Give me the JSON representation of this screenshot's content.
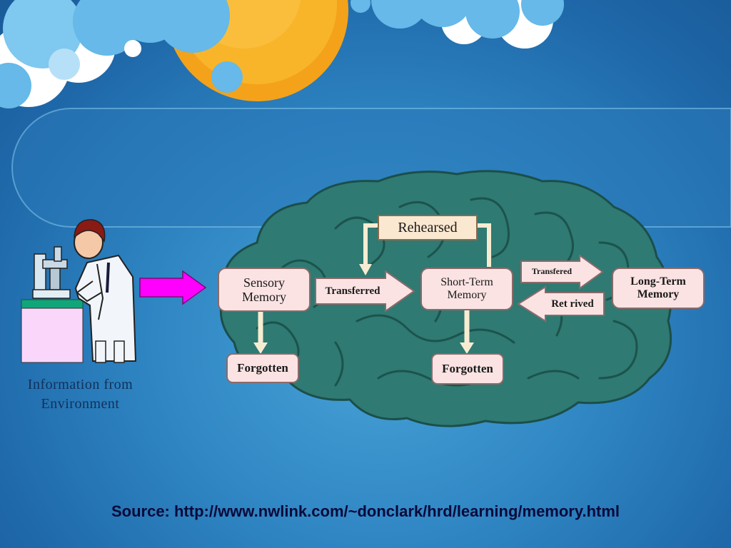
{
  "slide": {
    "environment_label_line1": "Information from",
    "environment_label_line2": "Environment",
    "source": "Source: http://www.nwlink.com/~donclark/hrd/learning/memory.html"
  },
  "diagram": {
    "nodes": {
      "sensory_memory": [
        "Sensory",
        "Memory"
      ],
      "short_term_memory": [
        "Short-Term",
        "Memory"
      ],
      "long_term_memory": [
        "Long-Term",
        "Memory"
      ],
      "rehearsed": "Rehearsed",
      "forgotten_sensory": "Forgotten",
      "forgotten_short_term": "Forgotten"
    },
    "arrows": {
      "sensory_to_short_term": "Transferred",
      "short_term_to_long_term": "Transfered",
      "long_term_to_short_term": "Ret rived"
    }
  },
  "colors": {
    "box_fill": "#fbe3e3",
    "box_border": "#8a6a6a",
    "rehearsed_fill": "#fbe8d0",
    "connector": "#f7ecd2",
    "input_arrow": "#ff00ff",
    "brain": "#2f7a72",
    "brain_lines": "#1c534d"
  },
  "icons": {
    "scientist": "scientist-with-microscope-icon",
    "brain": "brain-icon",
    "sun": "sun-icon",
    "clouds": "cloud-icon"
  }
}
